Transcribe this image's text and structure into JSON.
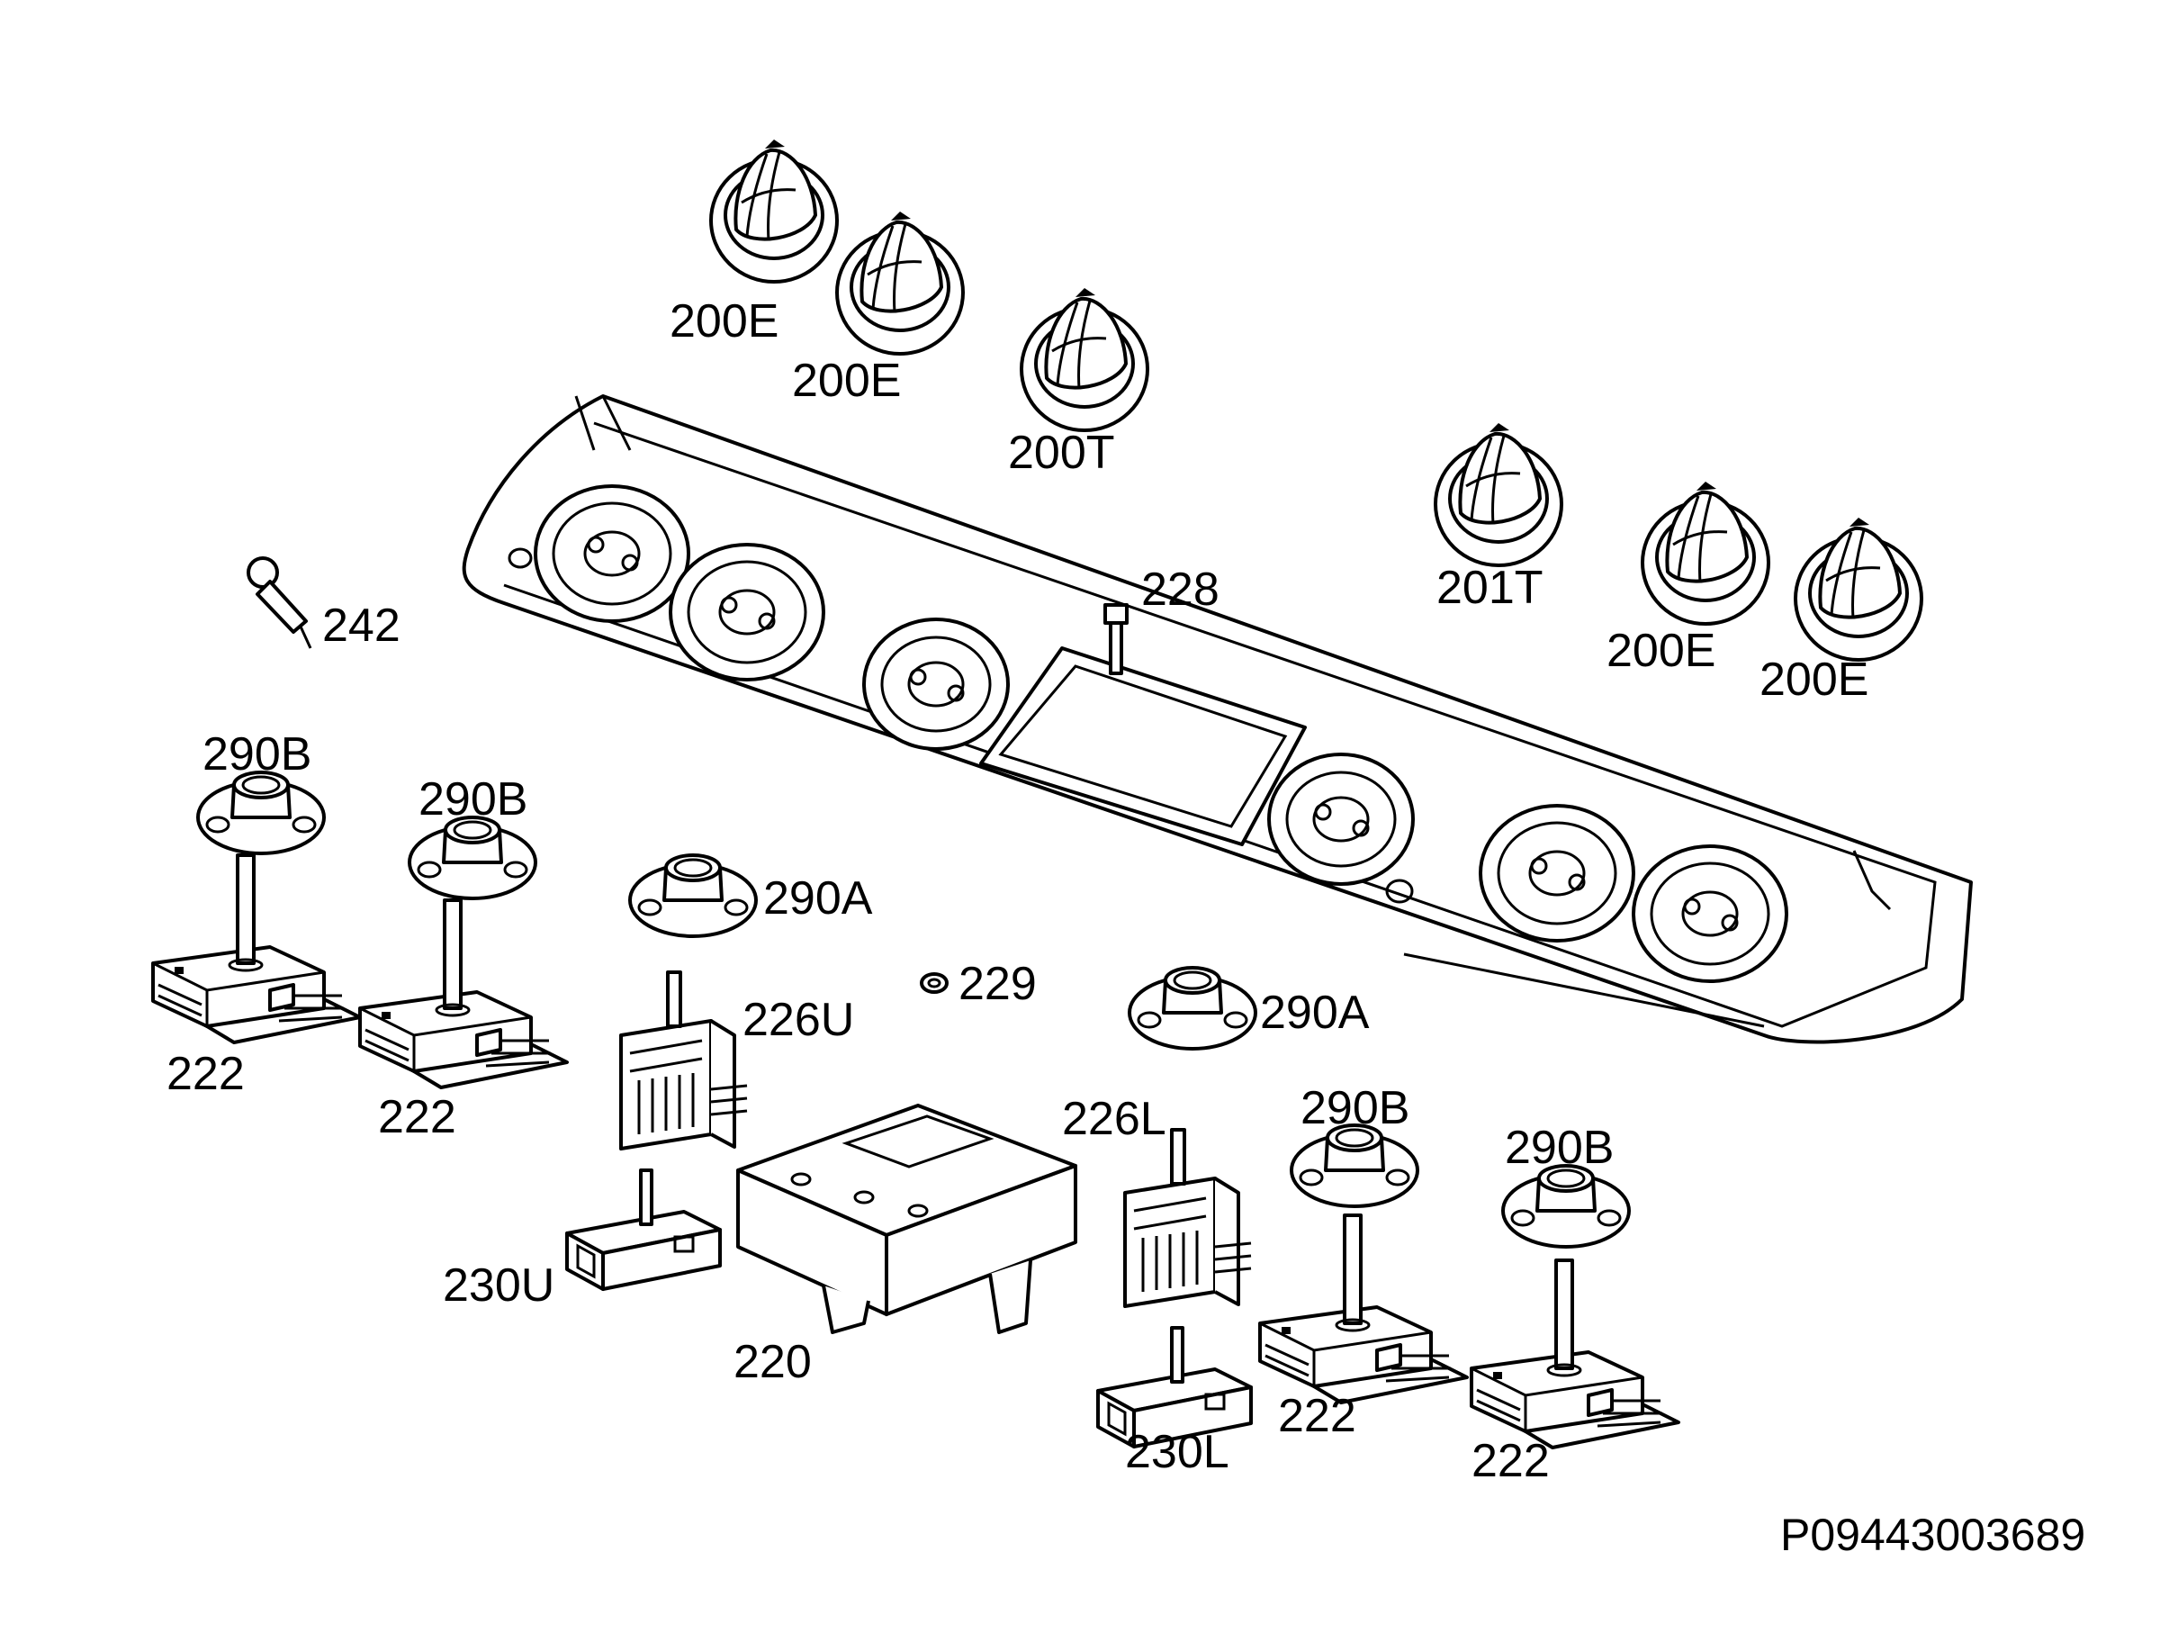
{
  "diagram": {
    "reference_code": "P09443003689",
    "labels": [
      {
        "id": "knob-a",
        "text": "200E"
      },
      {
        "id": "knob-b",
        "text": "200E"
      },
      {
        "id": "knob-c",
        "text": "200T"
      },
      {
        "id": "knob-d",
        "text": "201T"
      },
      {
        "id": "knob-e",
        "text": "200E"
      },
      {
        "id": "knob-f",
        "text": "200E"
      },
      {
        "id": "screw",
        "text": "228"
      },
      {
        "id": "igniter",
        "text": "242"
      },
      {
        "id": "nut",
        "text": "229"
      },
      {
        "id": "bezel-1",
        "text": "290B"
      },
      {
        "id": "bezel-2",
        "text": "290B"
      },
      {
        "id": "bezel-3",
        "text": "290A"
      },
      {
        "id": "bezel-4",
        "text": "290A"
      },
      {
        "id": "bezel-5",
        "text": "290B"
      },
      {
        "id": "bezel-6",
        "text": "290B"
      },
      {
        "id": "switch-1",
        "text": "222"
      },
      {
        "id": "switch-2",
        "text": "222"
      },
      {
        "id": "switch-3",
        "text": "222"
      },
      {
        "id": "switch-4",
        "text": "222"
      },
      {
        "id": "selector-upper",
        "text": "226U"
      },
      {
        "id": "selector-lower",
        "text": "226L"
      },
      {
        "id": "thermostat-upper",
        "text": "230U"
      },
      {
        "id": "thermostat-lower",
        "text": "230L"
      },
      {
        "id": "timer",
        "text": "220"
      }
    ]
  }
}
